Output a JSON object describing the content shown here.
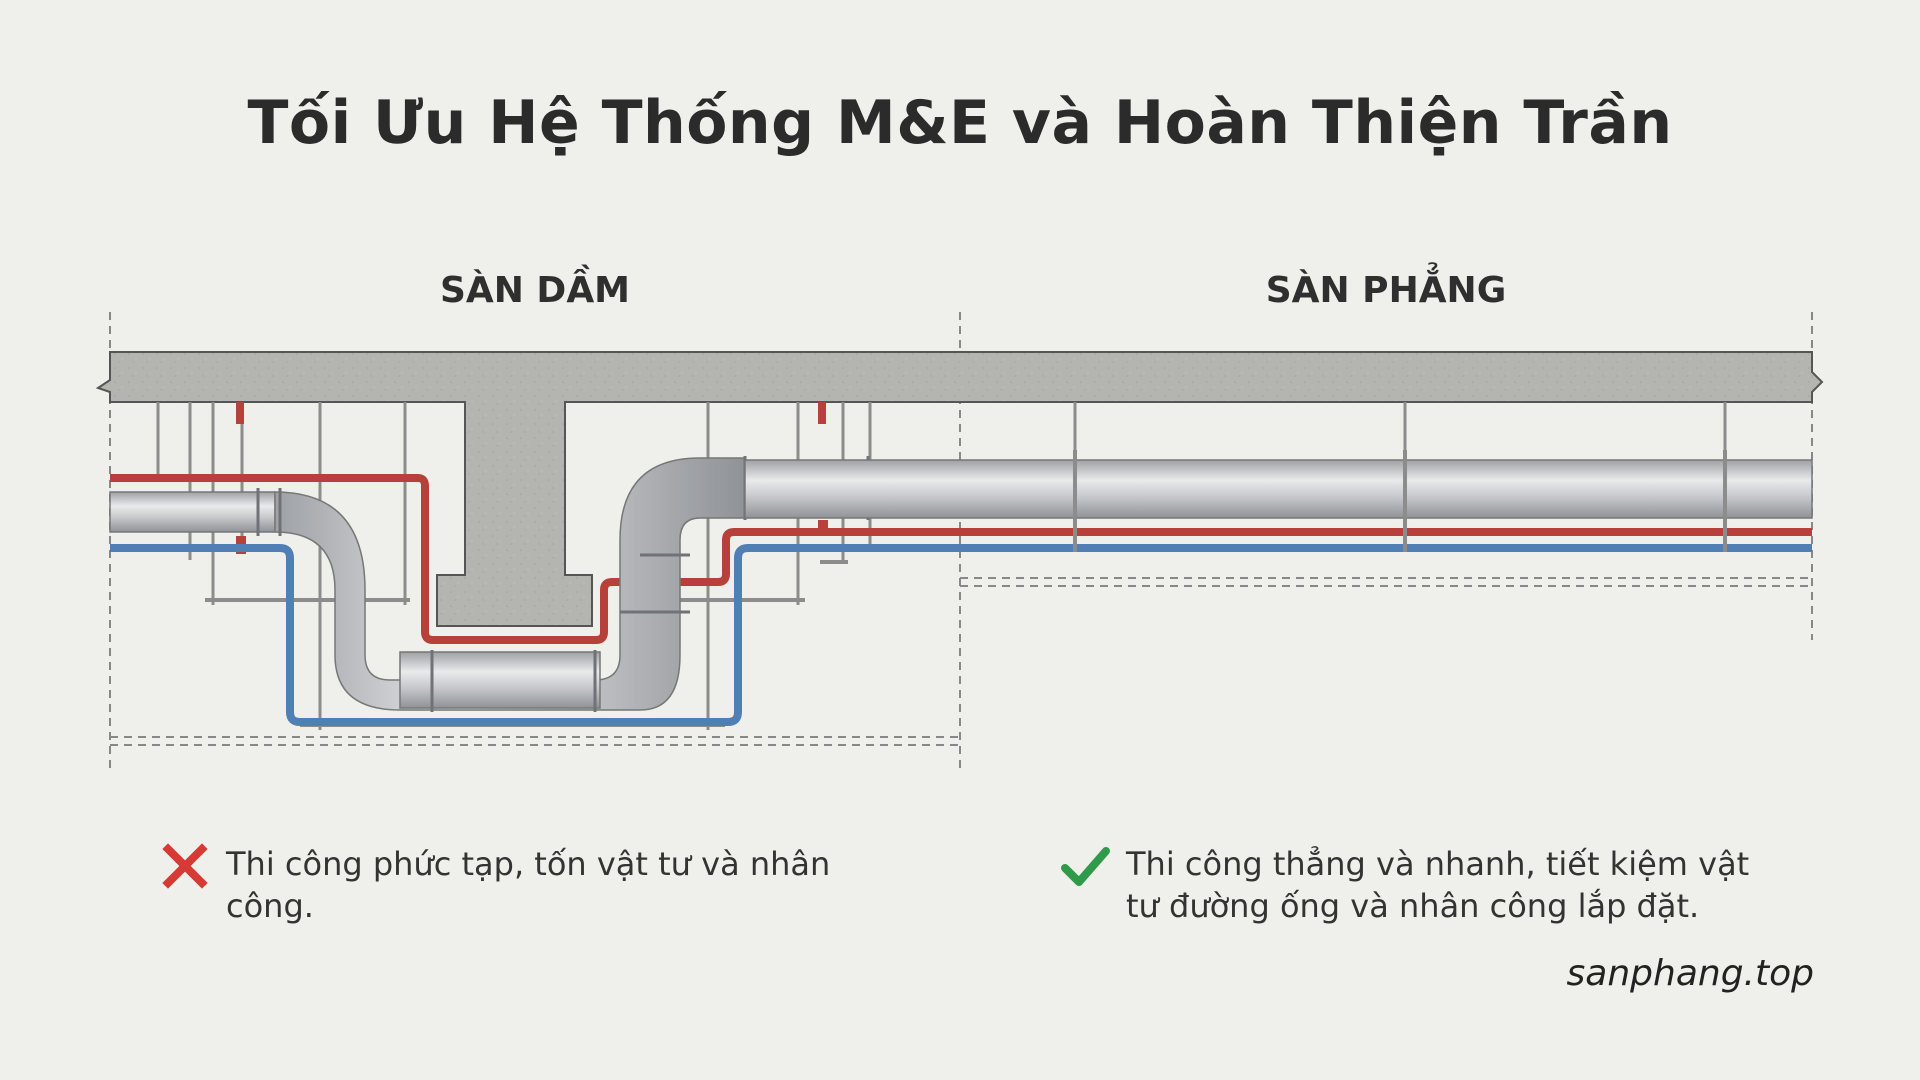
{
  "title": "Tối Ưu Hệ Thống M&E và Hoàn Thiện Trần",
  "sections": {
    "left": {
      "label": "SÀN DẦM",
      "note": "Thi công phức tạp, tốn vật tư và nhân công.",
      "mark_icon": "cross-icon",
      "mark_color": "#d73a35"
    },
    "right": {
      "label": "SÀN PHẲNG",
      "note": "Thi công thẳng và nhanh, tiết kiệm vật tư đường ống và nhân công lắp đặt.",
      "mark_icon": "check-icon",
      "mark_color": "#2e9a4a"
    }
  },
  "colors": {
    "concrete": "#b4b4b1",
    "duct": "#c7c9cc",
    "hot_pipe": "#b8403a",
    "cold_pipe": "#4f7fb5",
    "hanger": "#8c8c8c",
    "dashed_line": "#888888"
  },
  "watermark": "sanphang.top"
}
